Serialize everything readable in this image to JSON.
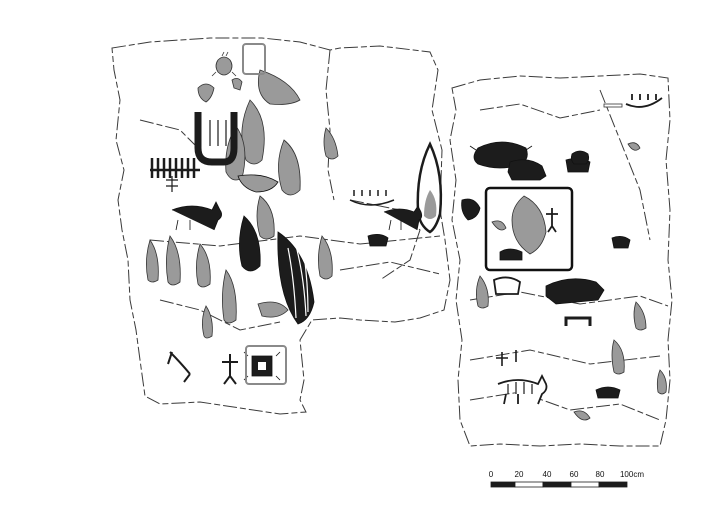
{
  "figure": {
    "colors": {
      "outline": "#3a3a3a",
      "figure_fill": "#9a9a9a",
      "dark_fill": "#1c1c1c",
      "highlight_box_black": "#111111",
      "highlight_box_gray": "#8a8a8a",
      "background": "#ffffff"
    },
    "highlights": [
      {
        "name": "highlight-box-top",
        "style": "gray"
      },
      {
        "name": "highlight-box-lower-left",
        "style": "gray"
      },
      {
        "name": "highlight-box-right",
        "style": "black"
      }
    ]
  },
  "scale_bar": {
    "ticks": [
      "0",
      "20",
      "40",
      "60",
      "80",
      "100cm"
    ]
  }
}
